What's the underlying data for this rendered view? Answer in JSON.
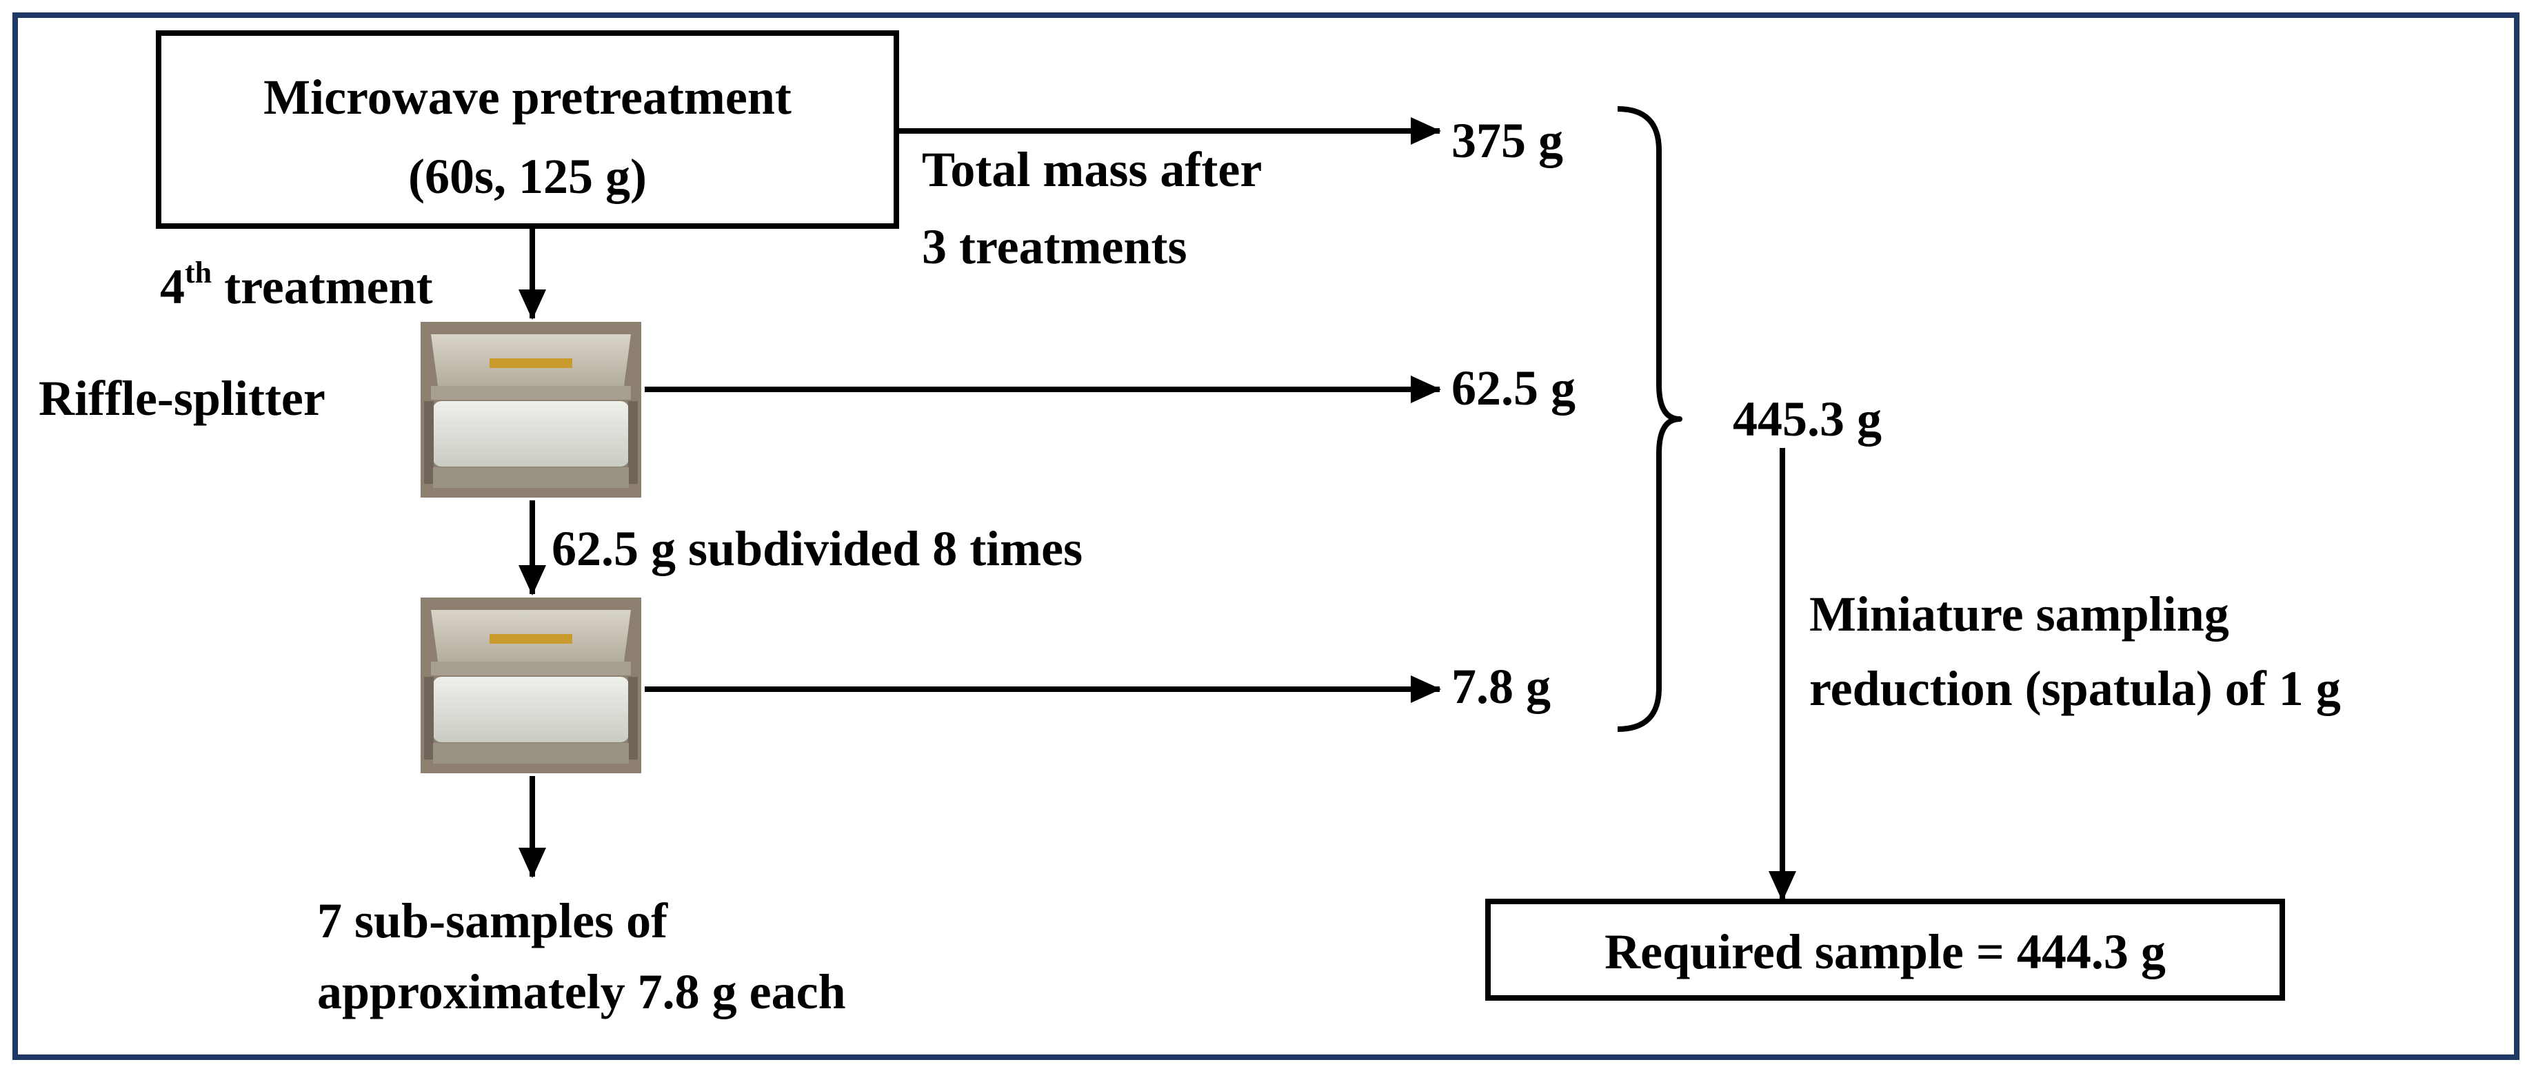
{
  "pretreatment": {
    "title": "Microwave pretreatment",
    "params": "(60s, 125 g)"
  },
  "total_mass_label": {
    "line1": "Total mass after",
    "line2": "3 treatments"
  },
  "fourth_treatment": {
    "number": "4",
    "suffix": "th",
    "word": " treatment"
  },
  "riffle_label": "Riffle-splitter",
  "subdivided_label": "62.5 g subdivided 8 times",
  "masses": {
    "m1": "375 g",
    "m2": "62.5 g",
    "m3": "7.8 g",
    "total": "445.3 g"
  },
  "subsamples": {
    "line1": "7 sub-samples of",
    "line2": "approximately 7.8 g each"
  },
  "miniature": {
    "line1": "Miniature sampling",
    "line2": "reduction (spatula) of 1 g"
  },
  "result": "Required sample = 444.3 g",
  "colors": {
    "frame": "#1f3864",
    "line": "#000000"
  }
}
